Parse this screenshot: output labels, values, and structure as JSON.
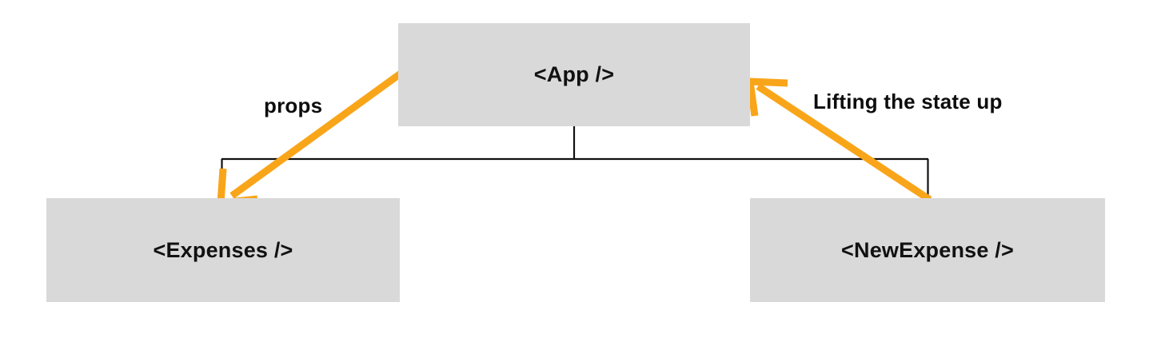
{
  "diagram": {
    "type": "component-tree",
    "background_color": "#ffffff",
    "node_fill_color": "#d9d9d9",
    "connector_color": "#111111",
    "arrow_color": "#f9a51a",
    "nodes": [
      {
        "id": "app",
        "label": "<App />",
        "role": "root-component"
      },
      {
        "id": "expenses",
        "label": "<Expenses />",
        "role": "child-component"
      },
      {
        "id": "newexpense",
        "label": "<NewExpense />",
        "role": "child-component"
      }
    ],
    "connectors": [
      {
        "from": "app",
        "to": "expenses",
        "style": "elbow-line"
      },
      {
        "from": "app",
        "to": "newexpense",
        "style": "elbow-line"
      }
    ],
    "annotations": [
      {
        "id": "props",
        "label": "props",
        "arrow_from": "app",
        "arrow_to": "expenses",
        "direction": "downward-left"
      },
      {
        "id": "lifting-state-up",
        "label": "Lifting the state up",
        "arrow_from": "newexpense",
        "arrow_to": "app",
        "direction": "upward-left"
      }
    ]
  }
}
